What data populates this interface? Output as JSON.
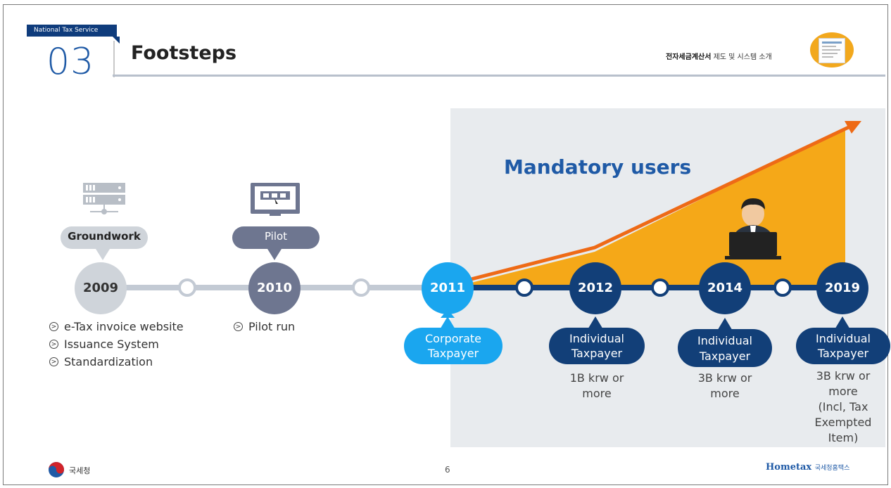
{
  "header": {
    "tag": "National Tax Service",
    "section_number": "03",
    "title": "Footsteps",
    "subtitle_bold": "전자세금계산서",
    "subtitle_rest": "제도 및 시스템 소개"
  },
  "timeline": {
    "mandatory_label": "Mandatory users",
    "years": [
      "2009",
      "2010",
      "2011",
      "2012",
      "2014",
      "2019"
    ],
    "phase_bubbles": [
      "Groundwork",
      "Pilot"
    ],
    "taxpayer_bubbles": [
      [
        "Corporate",
        "Taxpayer"
      ],
      [
        "Individual",
        "Taxpayer"
      ],
      [
        "Individual",
        "Taxpayer"
      ],
      [
        "Individual",
        "Taxpayer"
      ]
    ],
    "items_2009": [
      "e-Tax invoice website",
      "Issuance System",
      "Standardization"
    ],
    "items_2010": [
      "Pilot run"
    ],
    "notes": [
      [
        "1B krw or",
        "more"
      ],
      [
        "3B krw or",
        "more"
      ],
      [
        "3B krw or",
        "more",
        "(Incl, Tax",
        "Exempted",
        "Item)"
      ]
    ]
  },
  "footer": {
    "agency": "국세청",
    "page_number": "6",
    "hometax_logo": "Hometax",
    "hometax_sub": "국세청홈택스"
  },
  "colors": {
    "accent_blue": "#1f5aa6",
    "navy": "#0f3c7c",
    "orange": "#f5a818",
    "arrow": "#ee6a16",
    "light_blue": "#1aa6ef"
  },
  "icons": [
    "server-icon",
    "monitor-icon",
    "person-at-laptop-icon",
    "chevron-circle-icon",
    "korea-emblem-icon",
    "document-icon"
  ]
}
